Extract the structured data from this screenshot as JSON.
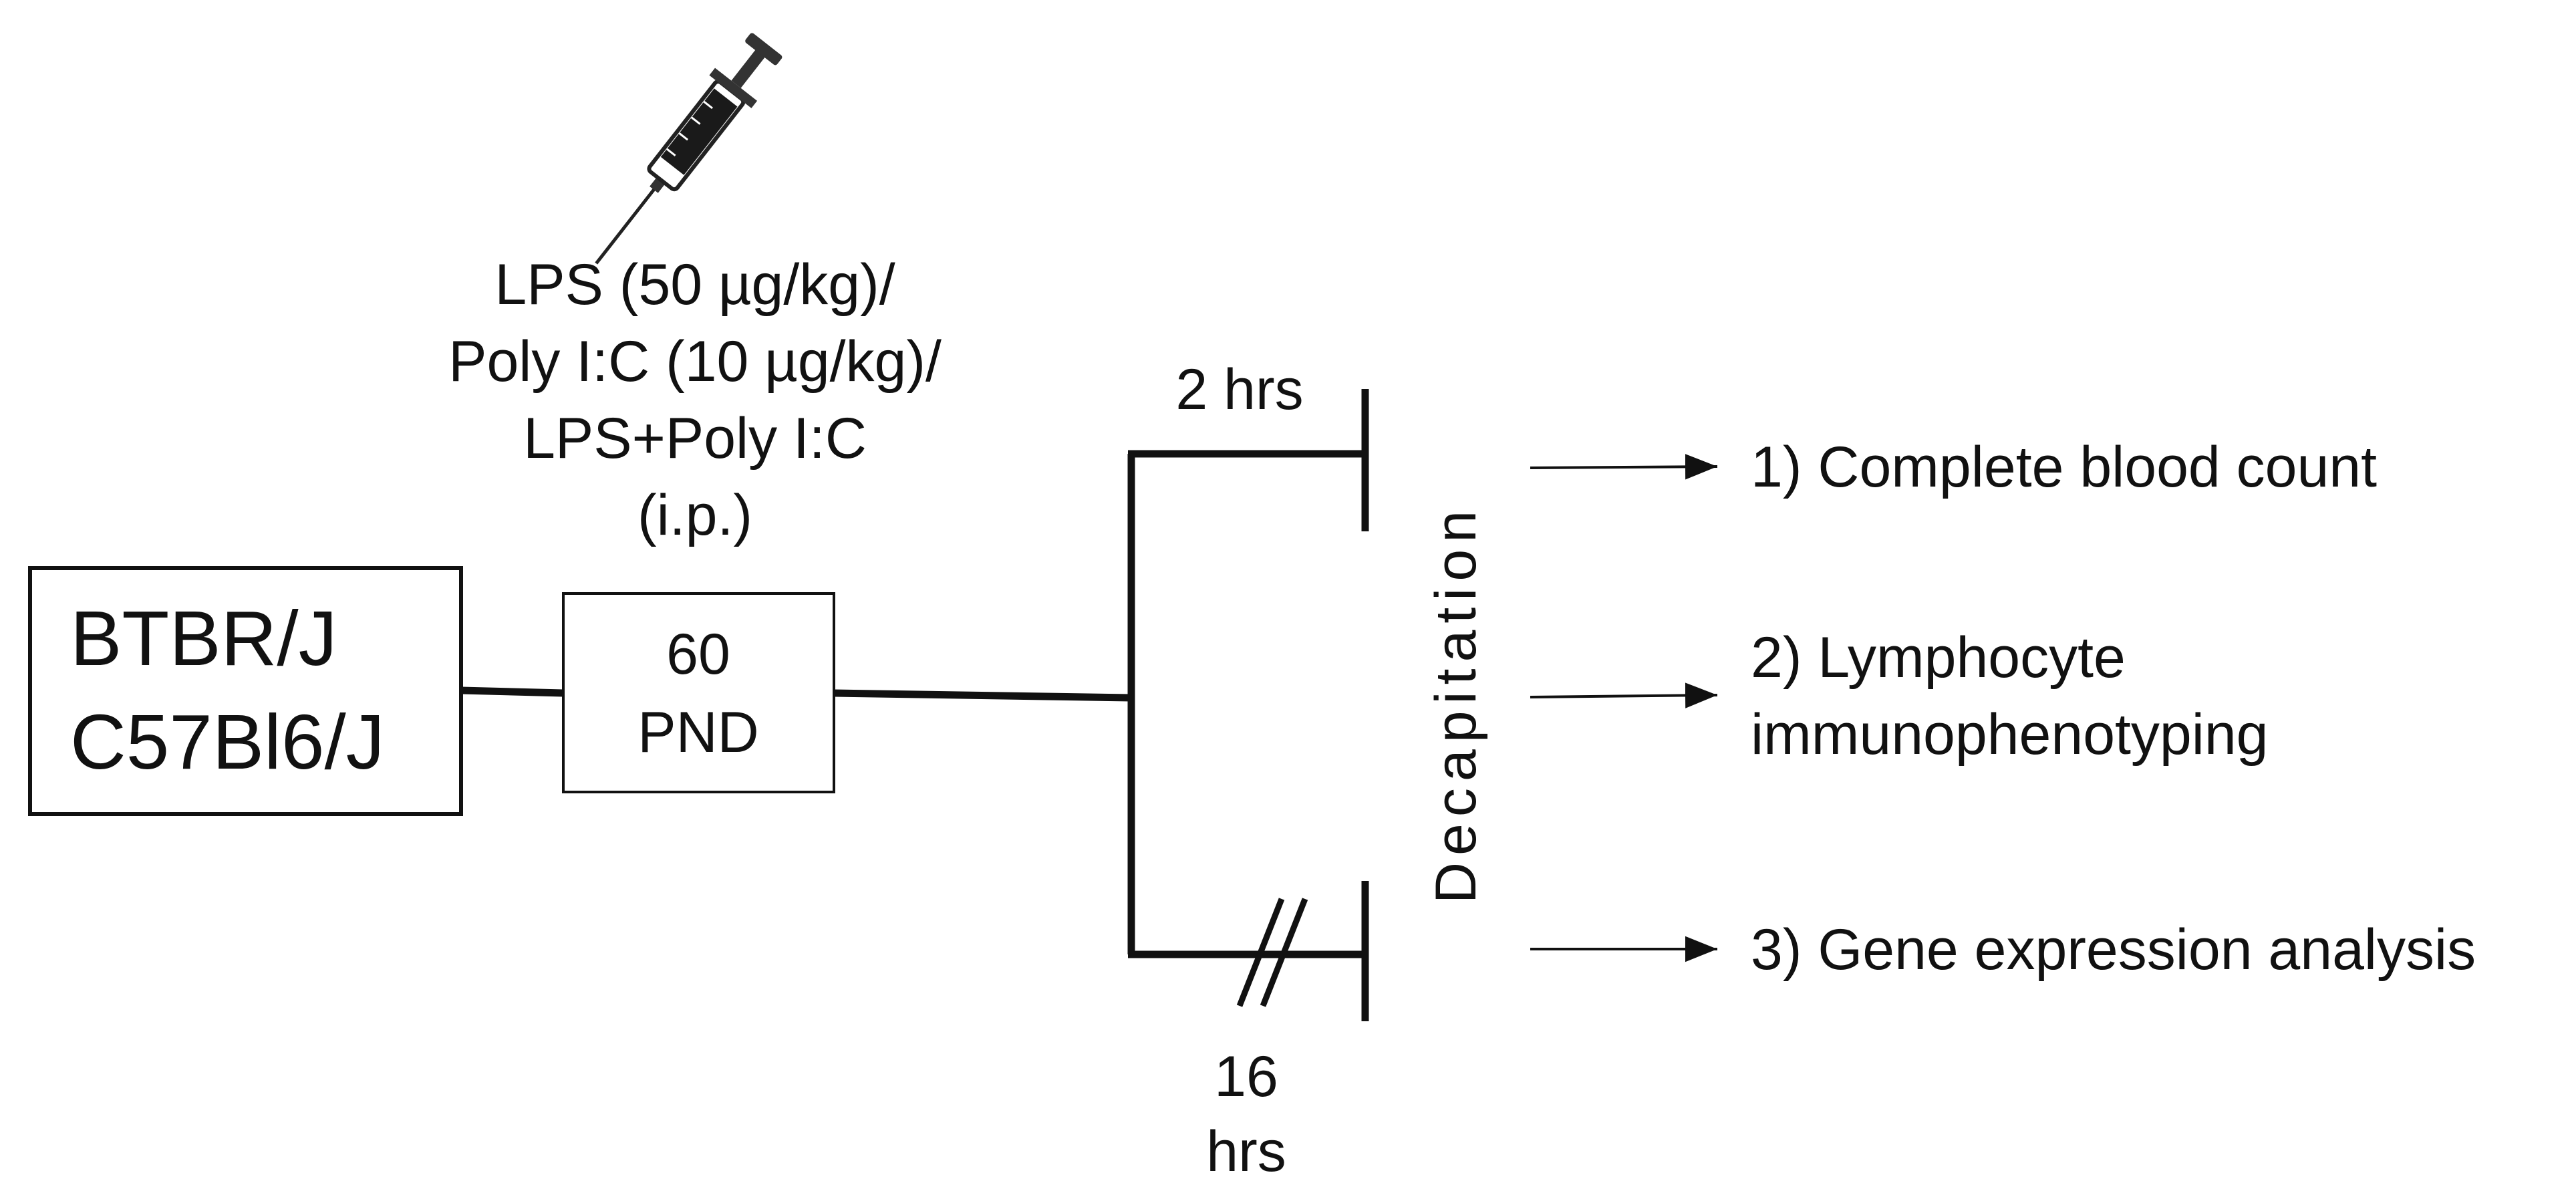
{
  "strains": {
    "line1": "BTBR/J",
    "line2": "C57Bl6/J"
  },
  "age_box": {
    "line1": "60",
    "line2": "PND"
  },
  "treatment": {
    "line1": "LPS (50 µg/kg)/",
    "line2": "Poly I:C (10 µg/kg)/",
    "line3": "LPS+Poly I:C",
    "line4": "(i.p.)"
  },
  "timepoints": {
    "early": "2 hrs",
    "late_line1": "16",
    "late_line2": "hrs"
  },
  "endpoint": "Decapitation",
  "outcomes": {
    "item1": "1) Complete blood count",
    "item2_line1": "2) Lymphocyte",
    "item2_line2": "immunophenotyping",
    "item3": "3) Gene expression analysis"
  },
  "icons": {
    "injection": "syringe-icon"
  }
}
